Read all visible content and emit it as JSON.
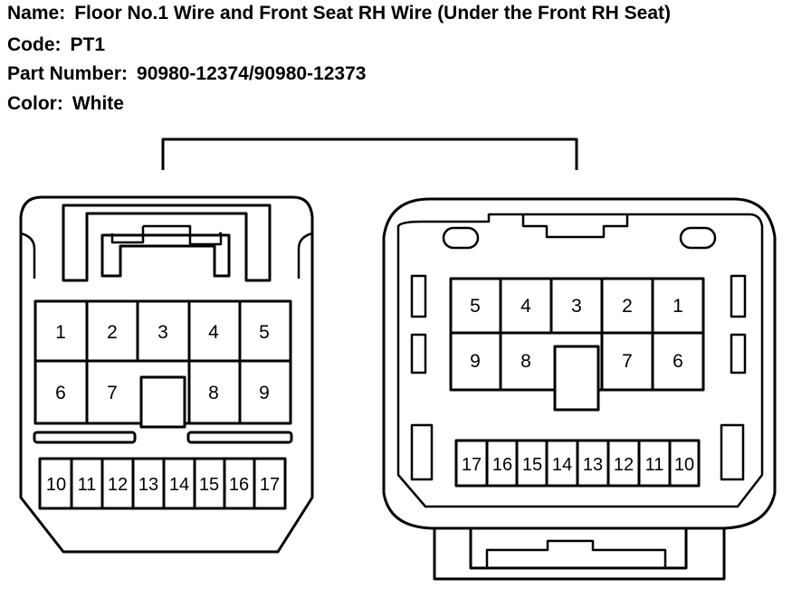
{
  "header": {
    "name_label": "Name:",
    "name_value": "Floor No.1 Wire and Front Seat RH Wire (Under the Front RH Seat)",
    "code_label": "Code:",
    "code_value": "PT1",
    "part_label": "Part Number:",
    "part_value": "90980-12374/90980-12373",
    "color_label": "Color:",
    "color_value": "White"
  },
  "connectors": {
    "left": {
      "row1": [
        "1",
        "2",
        "3",
        "4",
        "5"
      ],
      "row2": [
        "6",
        "7",
        "8",
        "9"
      ],
      "row3": [
        "10",
        "11",
        "12",
        "13",
        "14",
        "15",
        "16",
        "17"
      ]
    },
    "right": {
      "row1": [
        "5",
        "4",
        "3",
        "2",
        "1"
      ],
      "row2": [
        "9",
        "8",
        "7",
        "6"
      ],
      "row3": [
        "17",
        "16",
        "15",
        "14",
        "13",
        "12",
        "11",
        "10"
      ]
    }
  }
}
